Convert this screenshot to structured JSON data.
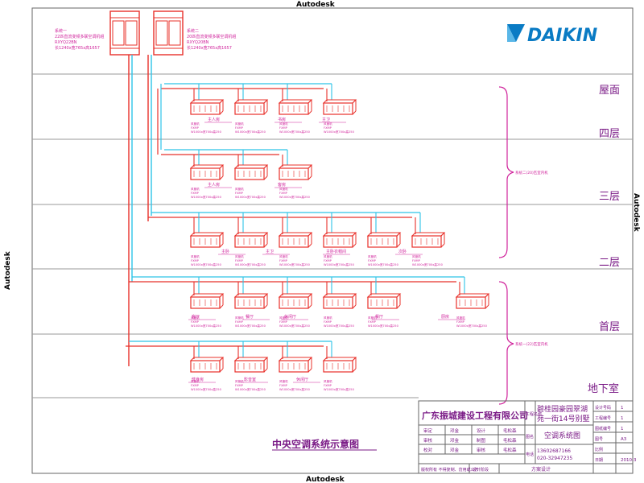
{
  "watermarks": {
    "top": "Autodesk",
    "bottom": "Autodesk",
    "left": "Autodesk",
    "right": "Autodesk"
  },
  "brand": {
    "name": "DAIKIN",
    "color": "#0a7bc4"
  },
  "colors": {
    "pipe_red": "#e8302a",
    "pipe_cyan": "#2ec4e8",
    "unit": "#e8302a",
    "note": "#d0249c",
    "frame": "#666666",
    "title": "#7a1a86"
  },
  "systems": [
    {
      "name": "系统一",
      "lines": [
        "22匹直流变频多联空调机组",
        "RXYQ22BN",
        "长1240x宽765x高1657"
      ]
    },
    {
      "name": "系统二",
      "lines": [
        "20匹直流变频多联空调机组",
        "RXYQ20BN",
        "长1240x宽765x高1657"
      ]
    }
  ],
  "floors": [
    "屋面",
    "四层",
    "三层",
    "二层",
    "首层",
    "地下室"
  ],
  "brace_notes": [
    "系统二(20)匹室内机",
    "系统一(22)匹室内机"
  ],
  "rooms": {
    "f4": [
      "主人房",
      "书房",
      "主卫"
    ],
    "f3": [
      "主人房",
      "客房"
    ],
    "f2": [
      "主卧",
      "主卫",
      "主卧衣帽间",
      "次卧"
    ],
    "f1": [
      "客厅",
      "餐厅",
      "休闲厅",
      "餐厅",
      "厨房"
    ],
    "b1": [
      "健身房",
      "影音室",
      "休闲厅"
    ]
  },
  "spec_lines": [
    "风管机",
    "FXMP",
    "W1000x宽700x高250"
  ],
  "title_block": {
    "company": "广东振城建设工程有限公司",
    "project_label": "工程名称",
    "project": [
      "碧桂园豪园翠湖",
      "苑一街14号别墅"
    ],
    "drawing_label": "图名",
    "drawing": "空调系统图",
    "roles": [
      [
        "审定",
        "邓金",
        "设计",
        "毛松森"
      ],
      [
        "审核",
        "邓金",
        "制图",
        "毛松森"
      ],
      [
        "校对",
        "邓金",
        "审核",
        "毛松森"
      ]
    ],
    "contact_label": "电话",
    "contact": [
      "13602687166",
      "020-32947235"
    ],
    "right": [
      [
        "设计号码",
        "1"
      ],
      [
        "工程编号",
        "1"
      ],
      [
        "图纸编号",
        "1"
      ],
      [
        "图号",
        "A3"
      ],
      [
        "比例",
        ""
      ],
      [
        "日期",
        "2010-3"
      ]
    ],
    "footer": [
      "版权所有 不得复制、仿用或公开",
      "设计阶段",
      "方案设计"
    ]
  },
  "diagram_title": "中央空调系统示意图"
}
